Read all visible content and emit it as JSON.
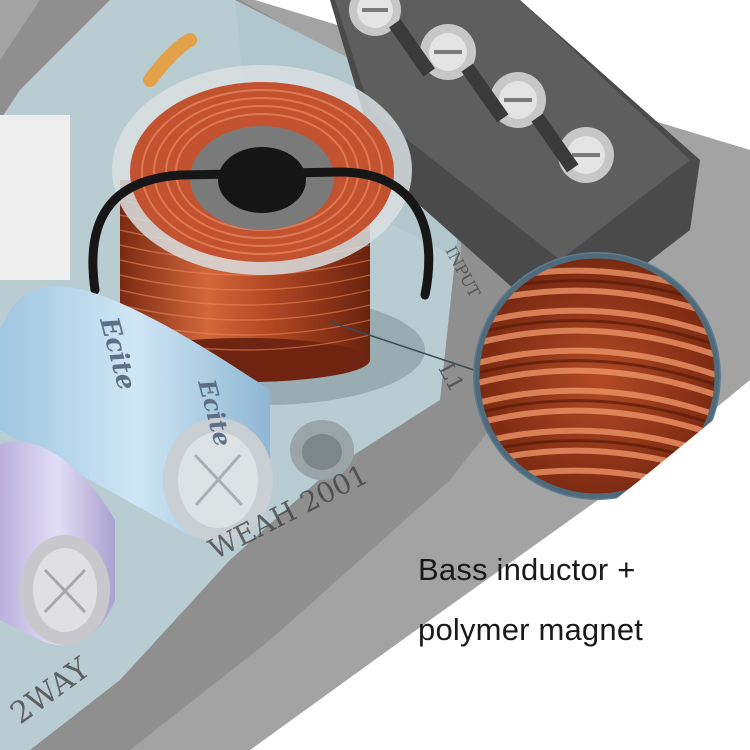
{
  "caption": {
    "line1": "Bass inductor +",
    "line2": "polymer magnet"
  },
  "pcb_print": {
    "model": "WEAH 2001",
    "way": "2WAY",
    "input": "INPUT",
    "ref": "L1",
    "cap_brand": "Ecite"
  },
  "colors": {
    "pcb": "#b9ccd2",
    "housing": "#9a9a9a",
    "copper": "#c4552f",
    "capacitor_blue": "#a9cde5",
    "capacitor_violet": "#c9c3e6",
    "caption_text": "#1a1a1a"
  }
}
